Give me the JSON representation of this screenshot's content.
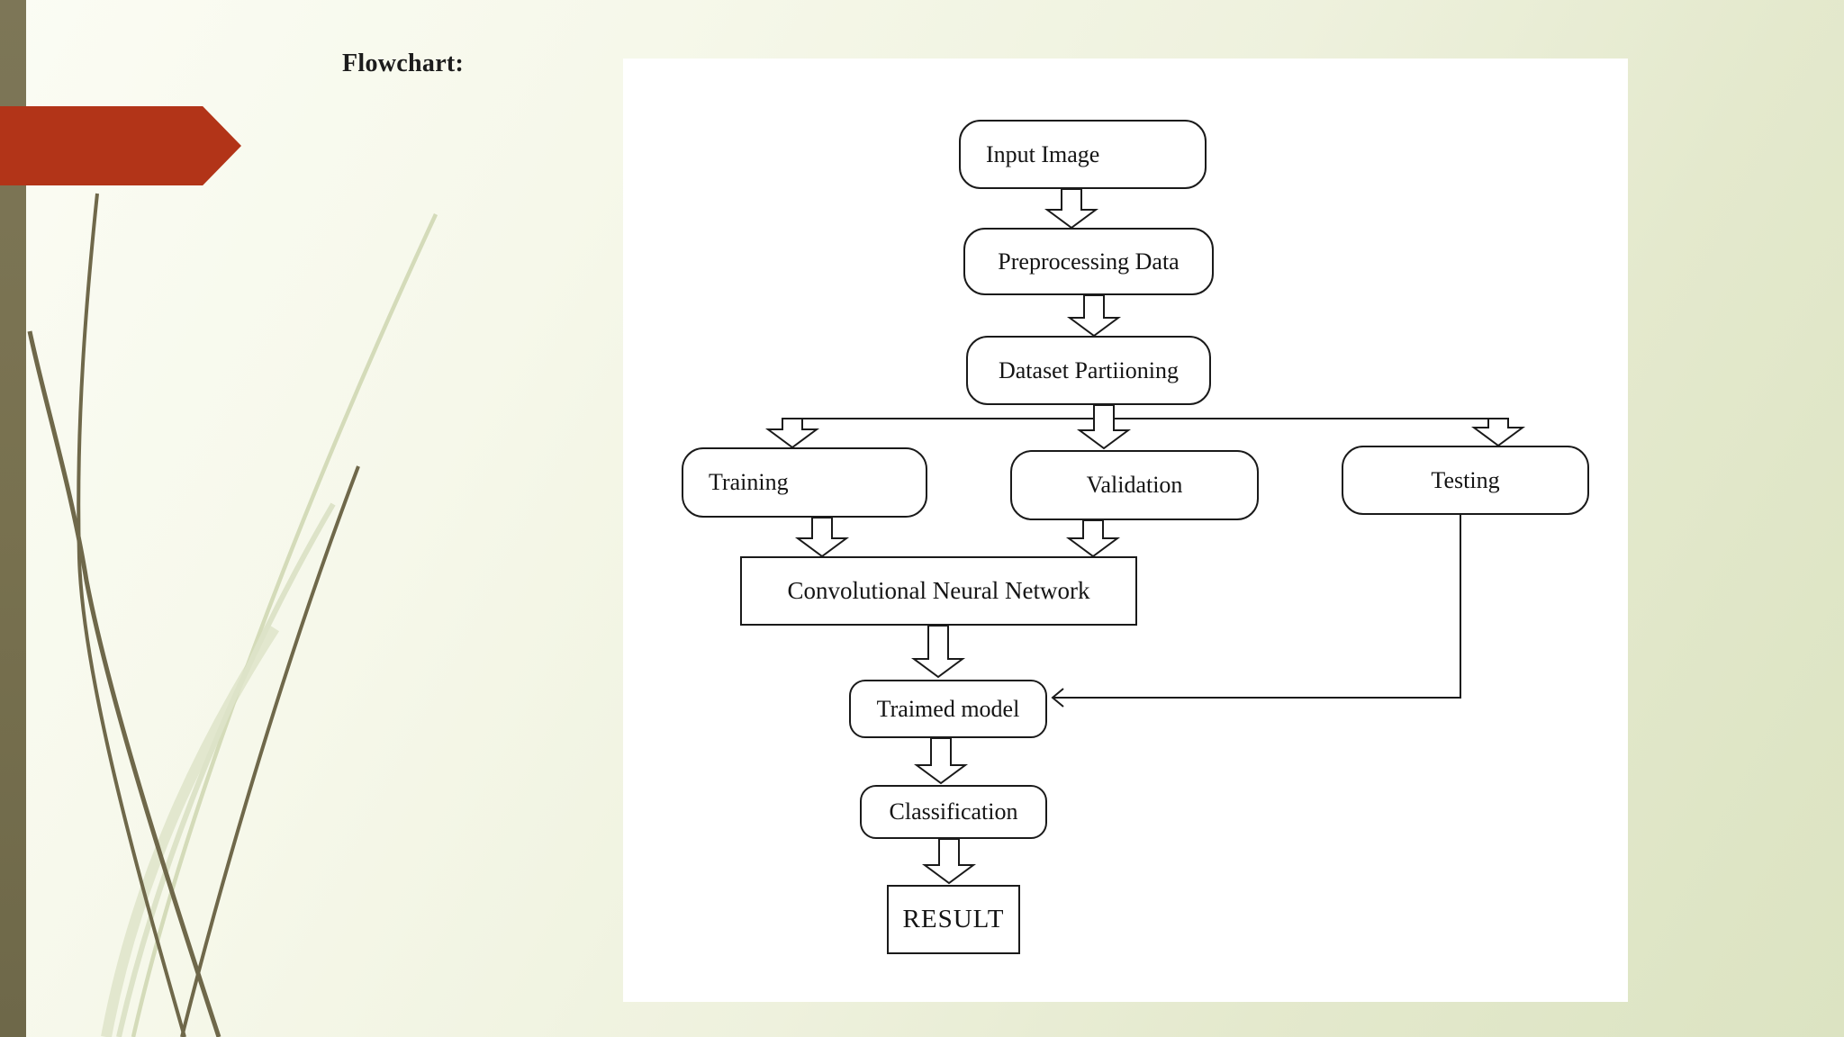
{
  "slide": {
    "title_label": "Flowchart:",
    "colors": {
      "accent_red": "#b23418",
      "olive_bar": "#78714f",
      "background_light": "#fbfcf4",
      "background_green": "#dce3c2",
      "panel": "#ffffff",
      "ink": "#1a1a1a",
      "blade_dark": "#6f684a",
      "blade_light": "#d6ddbc"
    }
  },
  "flowchart": {
    "nodes": [
      {
        "id": "input-image",
        "label": "Input Image",
        "shape": "rounded"
      },
      {
        "id": "preprocessing-data",
        "label": "Preprocessing Data",
        "shape": "rounded"
      },
      {
        "id": "dataset-partitioning",
        "label": "Dataset Partiioning",
        "shape": "rounded"
      },
      {
        "id": "training",
        "label": "Training",
        "shape": "rounded"
      },
      {
        "id": "validation",
        "label": "Validation",
        "shape": "rounded"
      },
      {
        "id": "testing",
        "label": "Testing",
        "shape": "rounded"
      },
      {
        "id": "cnn",
        "label": "Convolutional Neural Network",
        "shape": "rectangle"
      },
      {
        "id": "trained-model",
        "label": "Traimed model",
        "shape": "rounded"
      },
      {
        "id": "classification",
        "label": "Classification",
        "shape": "rounded"
      },
      {
        "id": "result",
        "label": "RESULT",
        "shape": "rectangle"
      }
    ],
    "edges": [
      {
        "from": "Input Image",
        "to": "Preprocessing Data",
        "style": "block-arrow"
      },
      {
        "from": "Preprocessing Data",
        "to": "Dataset Partiioning",
        "style": "block-arrow"
      },
      {
        "from": "Dataset Partiioning",
        "to": "Training",
        "style": "block-arrow"
      },
      {
        "from": "Dataset Partiioning",
        "to": "Validation",
        "style": "block-arrow"
      },
      {
        "from": "Dataset Partiioning",
        "to": "Testing",
        "style": "block-arrow"
      },
      {
        "from": "Training",
        "to": "Convolutional Neural Network",
        "style": "block-arrow"
      },
      {
        "from": "Validation",
        "to": "Convolutional Neural Network",
        "style": "block-arrow"
      },
      {
        "from": "Convolutional Neural Network",
        "to": "Traimed model",
        "style": "block-arrow"
      },
      {
        "from": "Testing",
        "to": "Traimed model",
        "style": "line-arrow"
      },
      {
        "from": "Traimed model",
        "to": "Classification",
        "style": "block-arrow"
      },
      {
        "from": "Classification",
        "to": "RESULT",
        "style": "block-arrow"
      }
    ]
  }
}
